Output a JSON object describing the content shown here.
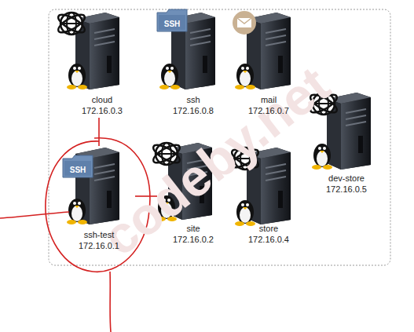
{
  "diagram": {
    "nodes": [
      {
        "text": [
          "cloud",
          "172.16.0.3"
        ]
      },
      {
        "text": [
          "ssh",
          "172.16.0.8"
        ]
      },
      {
        "text": [
          "mail",
          "172.16.0.7"
        ]
      },
      {
        "text": [
          "dev-store",
          "172.16.0.5"
        ]
      },
      {
        "text": [
          "ssh-test",
          "172.16.0.1"
        ]
      },
      {
        "text": [
          "site",
          "172.16.0.2"
        ]
      },
      {
        "text": [
          "store",
          "172.16.0.4"
        ]
      }
    ],
    "edges": [
      {
        "from": 0,
        "to": 4,
        "arrow": "none"
      },
      {
        "from": 4,
        "to": 5,
        "arrow": "none"
      }
    ],
    "labels": [
      "SSH",
      "SSH",
      "codeby.net"
    ]
  }
}
